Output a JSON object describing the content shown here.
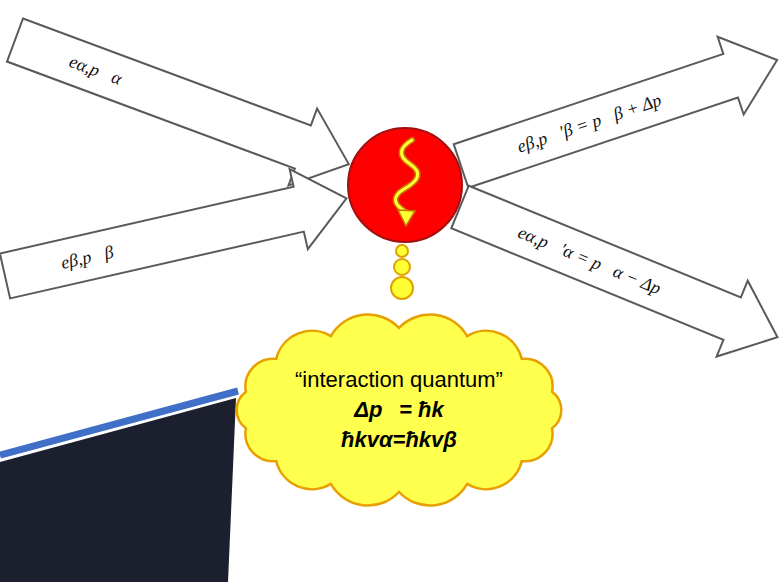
{
  "diagram": {
    "nodes": [
      {
        "text": [
          "eα,p⃗α"
        ]
      },
      {
        "text": [
          "eβ,p⃗′β = p⃗β + Δp⃗"
        ]
      },
      {
        "text": [
          "eβ,p⃗β"
        ]
      },
      {
        "text": [
          "eα,p⃗′α = p⃗α − Δp⃗"
        ]
      },
      {
        "text": [
          "“interaction quantum”",
          "Δp⃗= ħk",
          "ħkvα=ħkvβ"
        ]
      }
    ]
  }
}
